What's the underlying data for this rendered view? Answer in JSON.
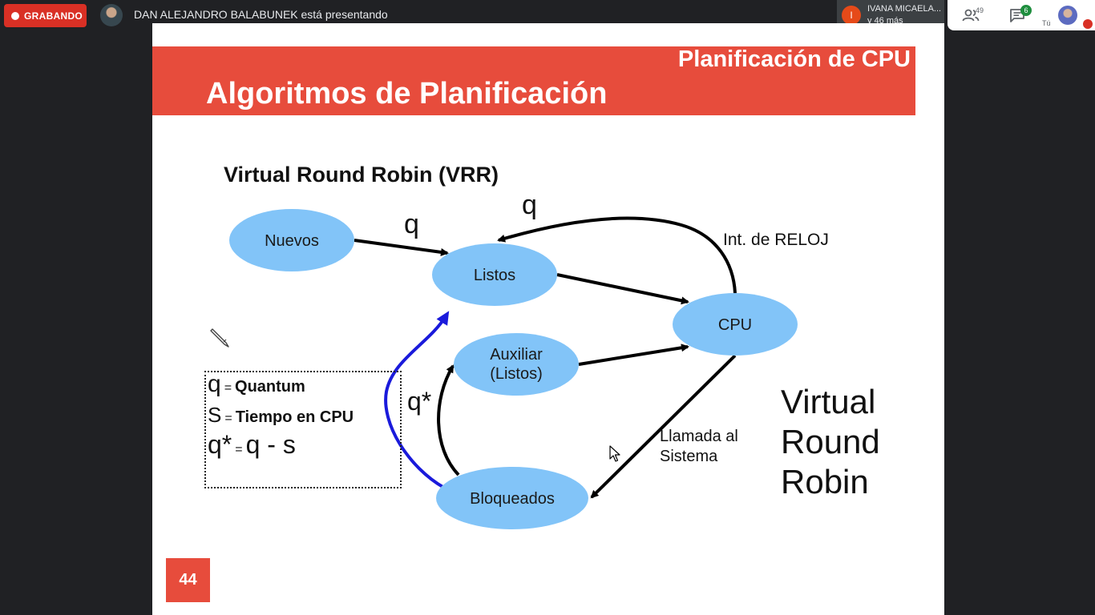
{
  "meet": {
    "recording_label": "GRABANDO",
    "presenter_text": "DAN ALEJANDRO BALABUNEK está presentando",
    "participant_chip": {
      "initial": "I",
      "name": "IVANA MICAELA...",
      "more": "y 46 más"
    },
    "people_count": "49",
    "chat_count": "6",
    "self_label": "Tú"
  },
  "slide": {
    "section_title": "Planificación de CPU",
    "title": "Algoritmos de Planificación",
    "subtitle": "Virtual Round Robin (VRR)",
    "nodes": {
      "nuevos": "Nuevos",
      "listos": "Listos",
      "cpu": "CPU",
      "auxiliar_1": "Auxiliar",
      "auxiliar_2": "(Listos)",
      "bloqueados": "Bloqueados"
    },
    "edge_labels": {
      "q_nuevos": "q",
      "q_top": "q",
      "clock_interrupt": "Int. de RELOJ",
      "syscall_1": "Llamada al",
      "syscall_2": "Sistema",
      "q_star": "q*"
    },
    "legend": {
      "q_symbol": "q",
      "q_eq": "=",
      "q_text": "Quantum",
      "s_symbol": "S",
      "s_eq": "=",
      "s_text": "Tiempo en CPU",
      "qs_symbol": "q*",
      "qs_eq": "=",
      "qs_formula": "q - s"
    },
    "side_text": {
      "line1": "Virtual",
      "line2": "Round",
      "line3": "Robin"
    },
    "page_number": "44"
  },
  "colors": {
    "banner": "#e74c3c",
    "node_fill": "#82c4f8",
    "annotation_pen": "#1a1adb",
    "recording": "#d93025"
  }
}
